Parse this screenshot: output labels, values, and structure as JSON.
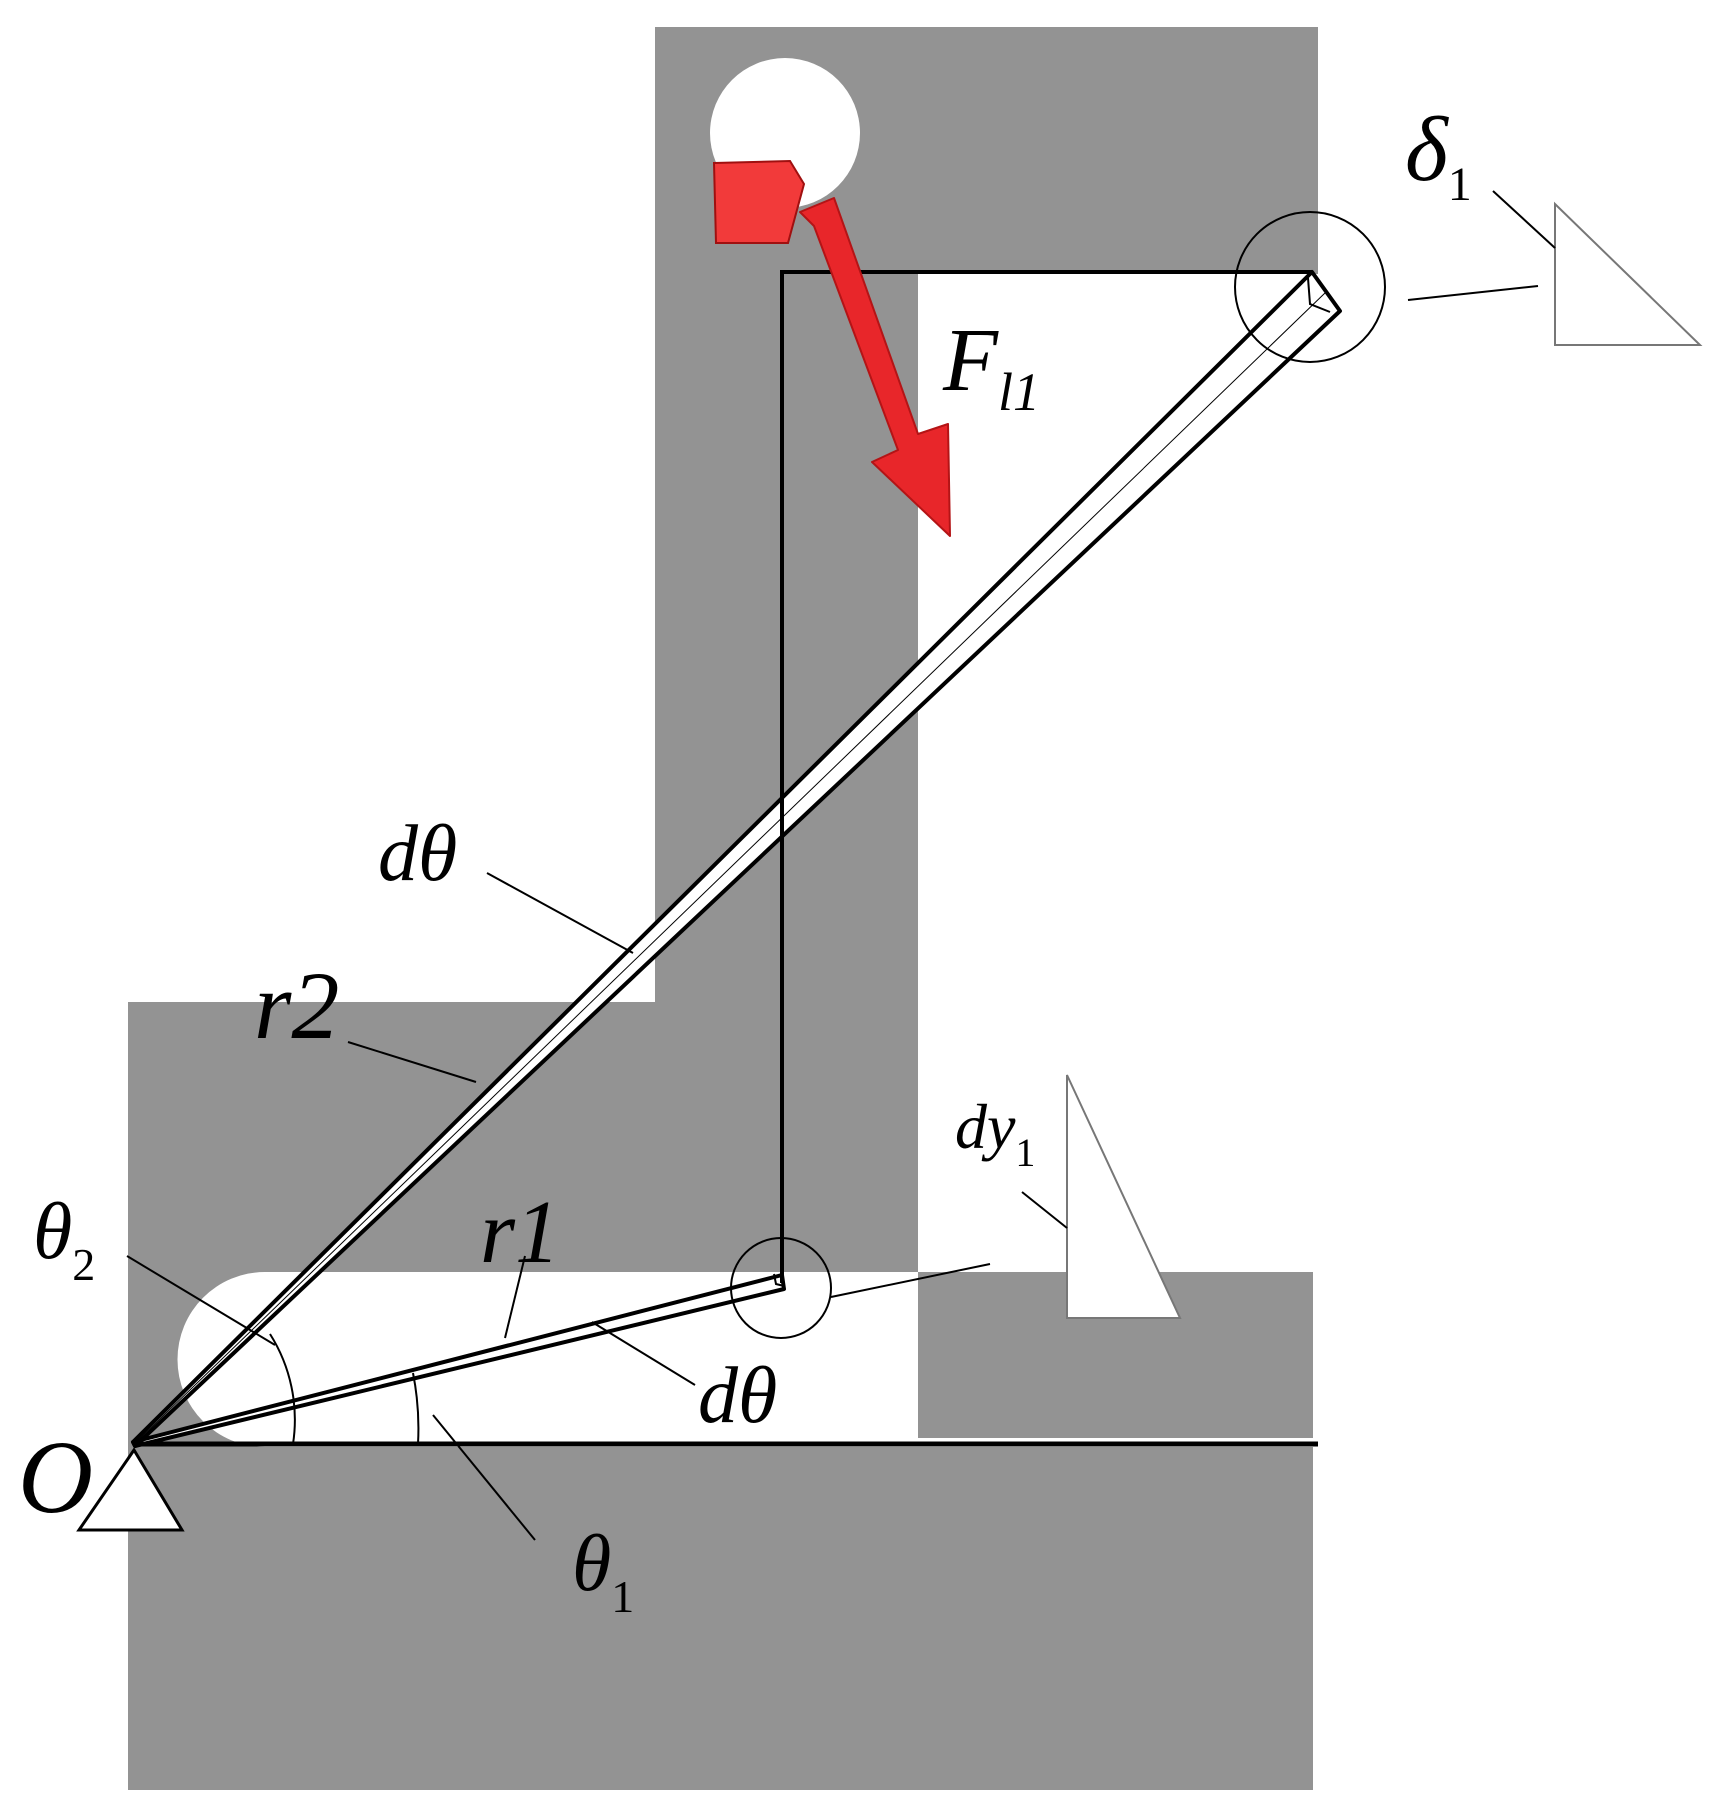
{
  "colors": {
    "background": "#ffffff",
    "body_gray": "#939393",
    "line": "#000000",
    "force_arrow": "#e8262a",
    "force_block": "#f23a3a"
  },
  "labels": {
    "force": {
      "main": "F",
      "sub": "l1"
    },
    "delta1": {
      "main": "δ",
      "sub": "1"
    },
    "dtheta_upper": "dθ",
    "dtheta_lower": "dθ",
    "r2": "r2",
    "r1": "r1",
    "dy1": {
      "main": "dy",
      "sub": "1"
    },
    "theta2": {
      "main": "θ",
      "sub": "2"
    },
    "theta1": {
      "main": "θ",
      "sub": "1"
    },
    "origin": "O"
  }
}
